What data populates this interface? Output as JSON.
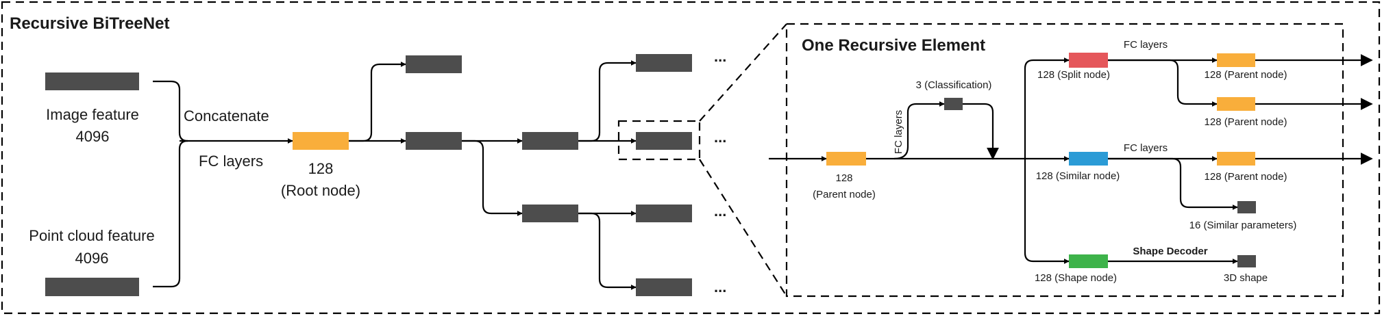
{
  "title": "Recursive BiTreeNet",
  "inputs": {
    "image_label": "Image feature",
    "image_dim": "4096",
    "point_label": "Point cloud feature",
    "point_dim": "4096"
  },
  "ops": {
    "concatenate": "Concatenate",
    "fc_layers": "FC layers"
  },
  "root": {
    "dim": "128",
    "name": "(Root node)"
  },
  "ellipsis": "...",
  "element": {
    "title": "One Recursive Element",
    "classification": "3 (Classification)",
    "fc_vertical": "FC layers",
    "parent_dim": "128",
    "parent_name": "(Parent node)",
    "split_node": "128 (Split node)",
    "similar_node": "128 (Similar node)",
    "shape_node": "128 (Shape node)",
    "parent_out": "128 (Parent node)",
    "fc_layers": "FC layers",
    "similar_params": "16 (Similar parameters)",
    "shape_decoder": "Shape Decoder",
    "shape_3d": "3D shape"
  },
  "colors": {
    "dark": "#4d4d4d",
    "orange": "#f9ae3b",
    "red": "#e5575b",
    "blue": "#2b9bd6",
    "green": "#3db34a"
  }
}
